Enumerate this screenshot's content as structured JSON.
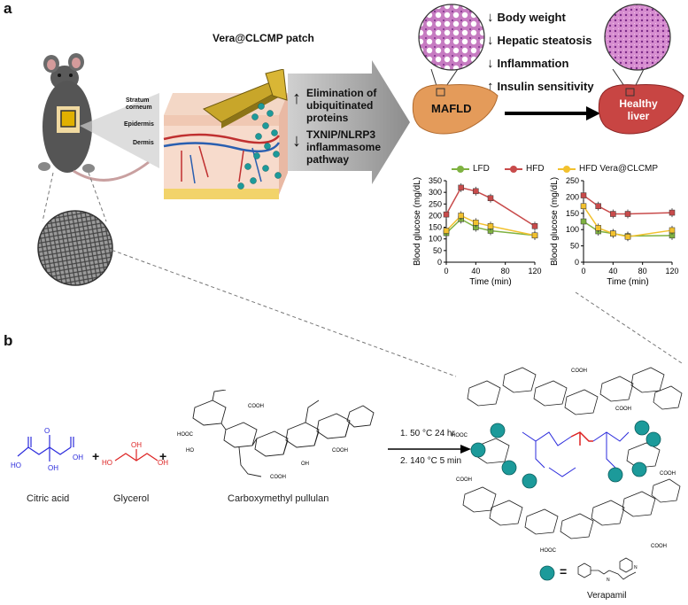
{
  "panel_a": {
    "letter": "a",
    "patch_label": "Vera@CLCMP patch",
    "skin_layers": [
      "Stratum corneum",
      "Epidermis",
      "Dermis"
    ],
    "mechanisms": {
      "up": "Elimination of ubiquitinated proteins",
      "down": "TXNIP/NLRP3 inflammasome pathway"
    },
    "outcomes": [
      {
        "direction": "down",
        "text": "Body weight"
      },
      {
        "direction": "down",
        "text": "Hepatic steatosis"
      },
      {
        "direction": "down",
        "text": "Inflammation"
      },
      {
        "direction": "up",
        "text": "Insulin sensitivity"
      }
    ],
    "liver_left": "MAFLD",
    "liver_right_line1": "Healthy",
    "liver_right_line2": "liver"
  },
  "chart_data": [
    {
      "type": "line",
      "xlabel": "Time (min)",
      "ylabel": "Blood glucose (mg/dL)",
      "x": [
        0,
        20,
        40,
        60,
        120
      ],
      "xticks": [
        0,
        40,
        80,
        120
      ],
      "ylim": [
        0,
        350
      ],
      "yticks": [
        0,
        50,
        100,
        150,
        200,
        250,
        300,
        350
      ],
      "series": [
        {
          "name": "LFD",
          "color": "#7fb241",
          "values": [
            125,
            185,
            150,
            135,
            115
          ]
        },
        {
          "name": "HFD",
          "color": "#c84b4b",
          "values": [
            205,
            320,
            305,
            275,
            155
          ]
        },
        {
          "name": "HFD Vera@CLCMP",
          "color": "#f2c12e",
          "values": [
            135,
            200,
            170,
            155,
            115
          ]
        }
      ]
    },
    {
      "type": "line",
      "xlabel": "Time (min)",
      "ylabel": "Blood glucose (mg/dL)",
      "x": [
        0,
        20,
        40,
        60,
        120
      ],
      "xticks": [
        0,
        40,
        80,
        120
      ],
      "ylim": [
        0,
        250
      ],
      "yticks": [
        0,
        50,
        100,
        150,
        200,
        250
      ],
      "series": [
        {
          "name": "LFD",
          "color": "#7fb241",
          "values": [
            125,
            95,
            88,
            80,
            82
          ]
        },
        {
          "name": "HFD",
          "color": "#c84b4b",
          "values": [
            205,
            172,
            148,
            148,
            152
          ]
        },
        {
          "name": "HFD Vera@CLCMP",
          "color": "#f2c12e",
          "values": [
            172,
            105,
            88,
            78,
            98
          ]
        }
      ]
    }
  ],
  "legend": [
    "LFD",
    "HFD",
    "HFD Vera@CLCMP"
  ],
  "panel_b": {
    "letter": "b",
    "citric_acid": "Citric acid",
    "glycerol": "Glycerol",
    "pullulan": "Carboxymethyl pullulan",
    "plus": "+",
    "step1": "1. 50 °C 24 hr",
    "step2": "2. 140 °C 5 min",
    "equals": "=",
    "verapamil": "Verapamil",
    "cooh": "COOH",
    "ho": "HO",
    "oh": "OH"
  }
}
